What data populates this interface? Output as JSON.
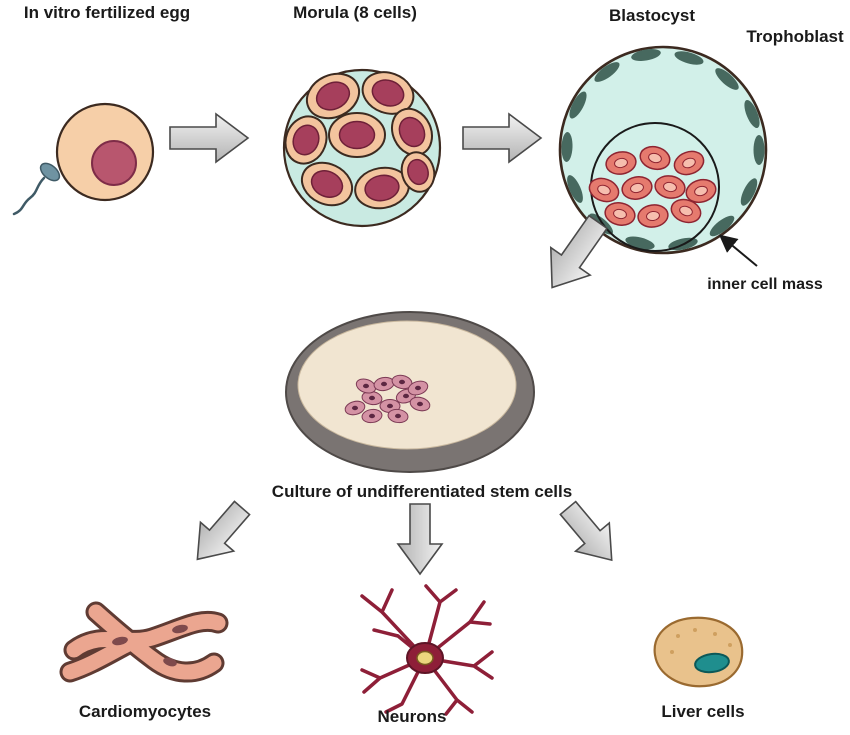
{
  "diagram": {
    "labels": {
      "fertilized_egg": "In vitro fertilized egg",
      "morula": "Morula (8 cells)",
      "blastocyst": "Blastocyst",
      "trophoblast": "Trophoblast",
      "inner_cell_mass": "inner cell mass",
      "culture": "Culture of undifferentiated stem cells",
      "cardiomyocytes": "Cardiomyocytes",
      "neurons": "Neurons",
      "liver_cells": "Liver cells"
    }
  },
  "colors": {
    "ink": "#1a1a1a",
    "egg_body": "#f6cfa8",
    "pronucleus": "#b8566e",
    "pronucleus_dark": "#7e2c48",
    "sperm": "#6f93a2",
    "morula_bg": "#c9eae2",
    "cell_fill": "#f3c49e",
    "cell_stroke": "#3c2a20",
    "nucleus_fill": "#a63f5c",
    "nucleus_stroke": "#6e2038",
    "blasto_bg": "#d2f0e9",
    "troph_cell": "#47695f",
    "icm_fill": "#e57a6e",
    "icm_stroke": "#8e2431",
    "icm_inner": "#f6beae",
    "arrow_light": "#f2f2f2",
    "arrow_dark": "#b3b3b3",
    "arrow_stroke": "#4a4a4a",
    "dish_rim": "#7a7472",
    "dish_fill": "#f1e5d1",
    "dish_cell": "#d492a4",
    "dish_cell_stroke": "#7c3a55",
    "dish_nucleus": "#5c2742",
    "cardio_fill": "#eba690",
    "cardio_stroke": "#5f3b33",
    "cardio_nucleus": "#7e4a4c",
    "neuron": "#8e1f38",
    "neuron_nucleus": "#ecd67e",
    "liver_fill": "#e9c28c",
    "liver_stroke": "#9a6a30",
    "liver_nucleus": "#1f8e8e"
  }
}
